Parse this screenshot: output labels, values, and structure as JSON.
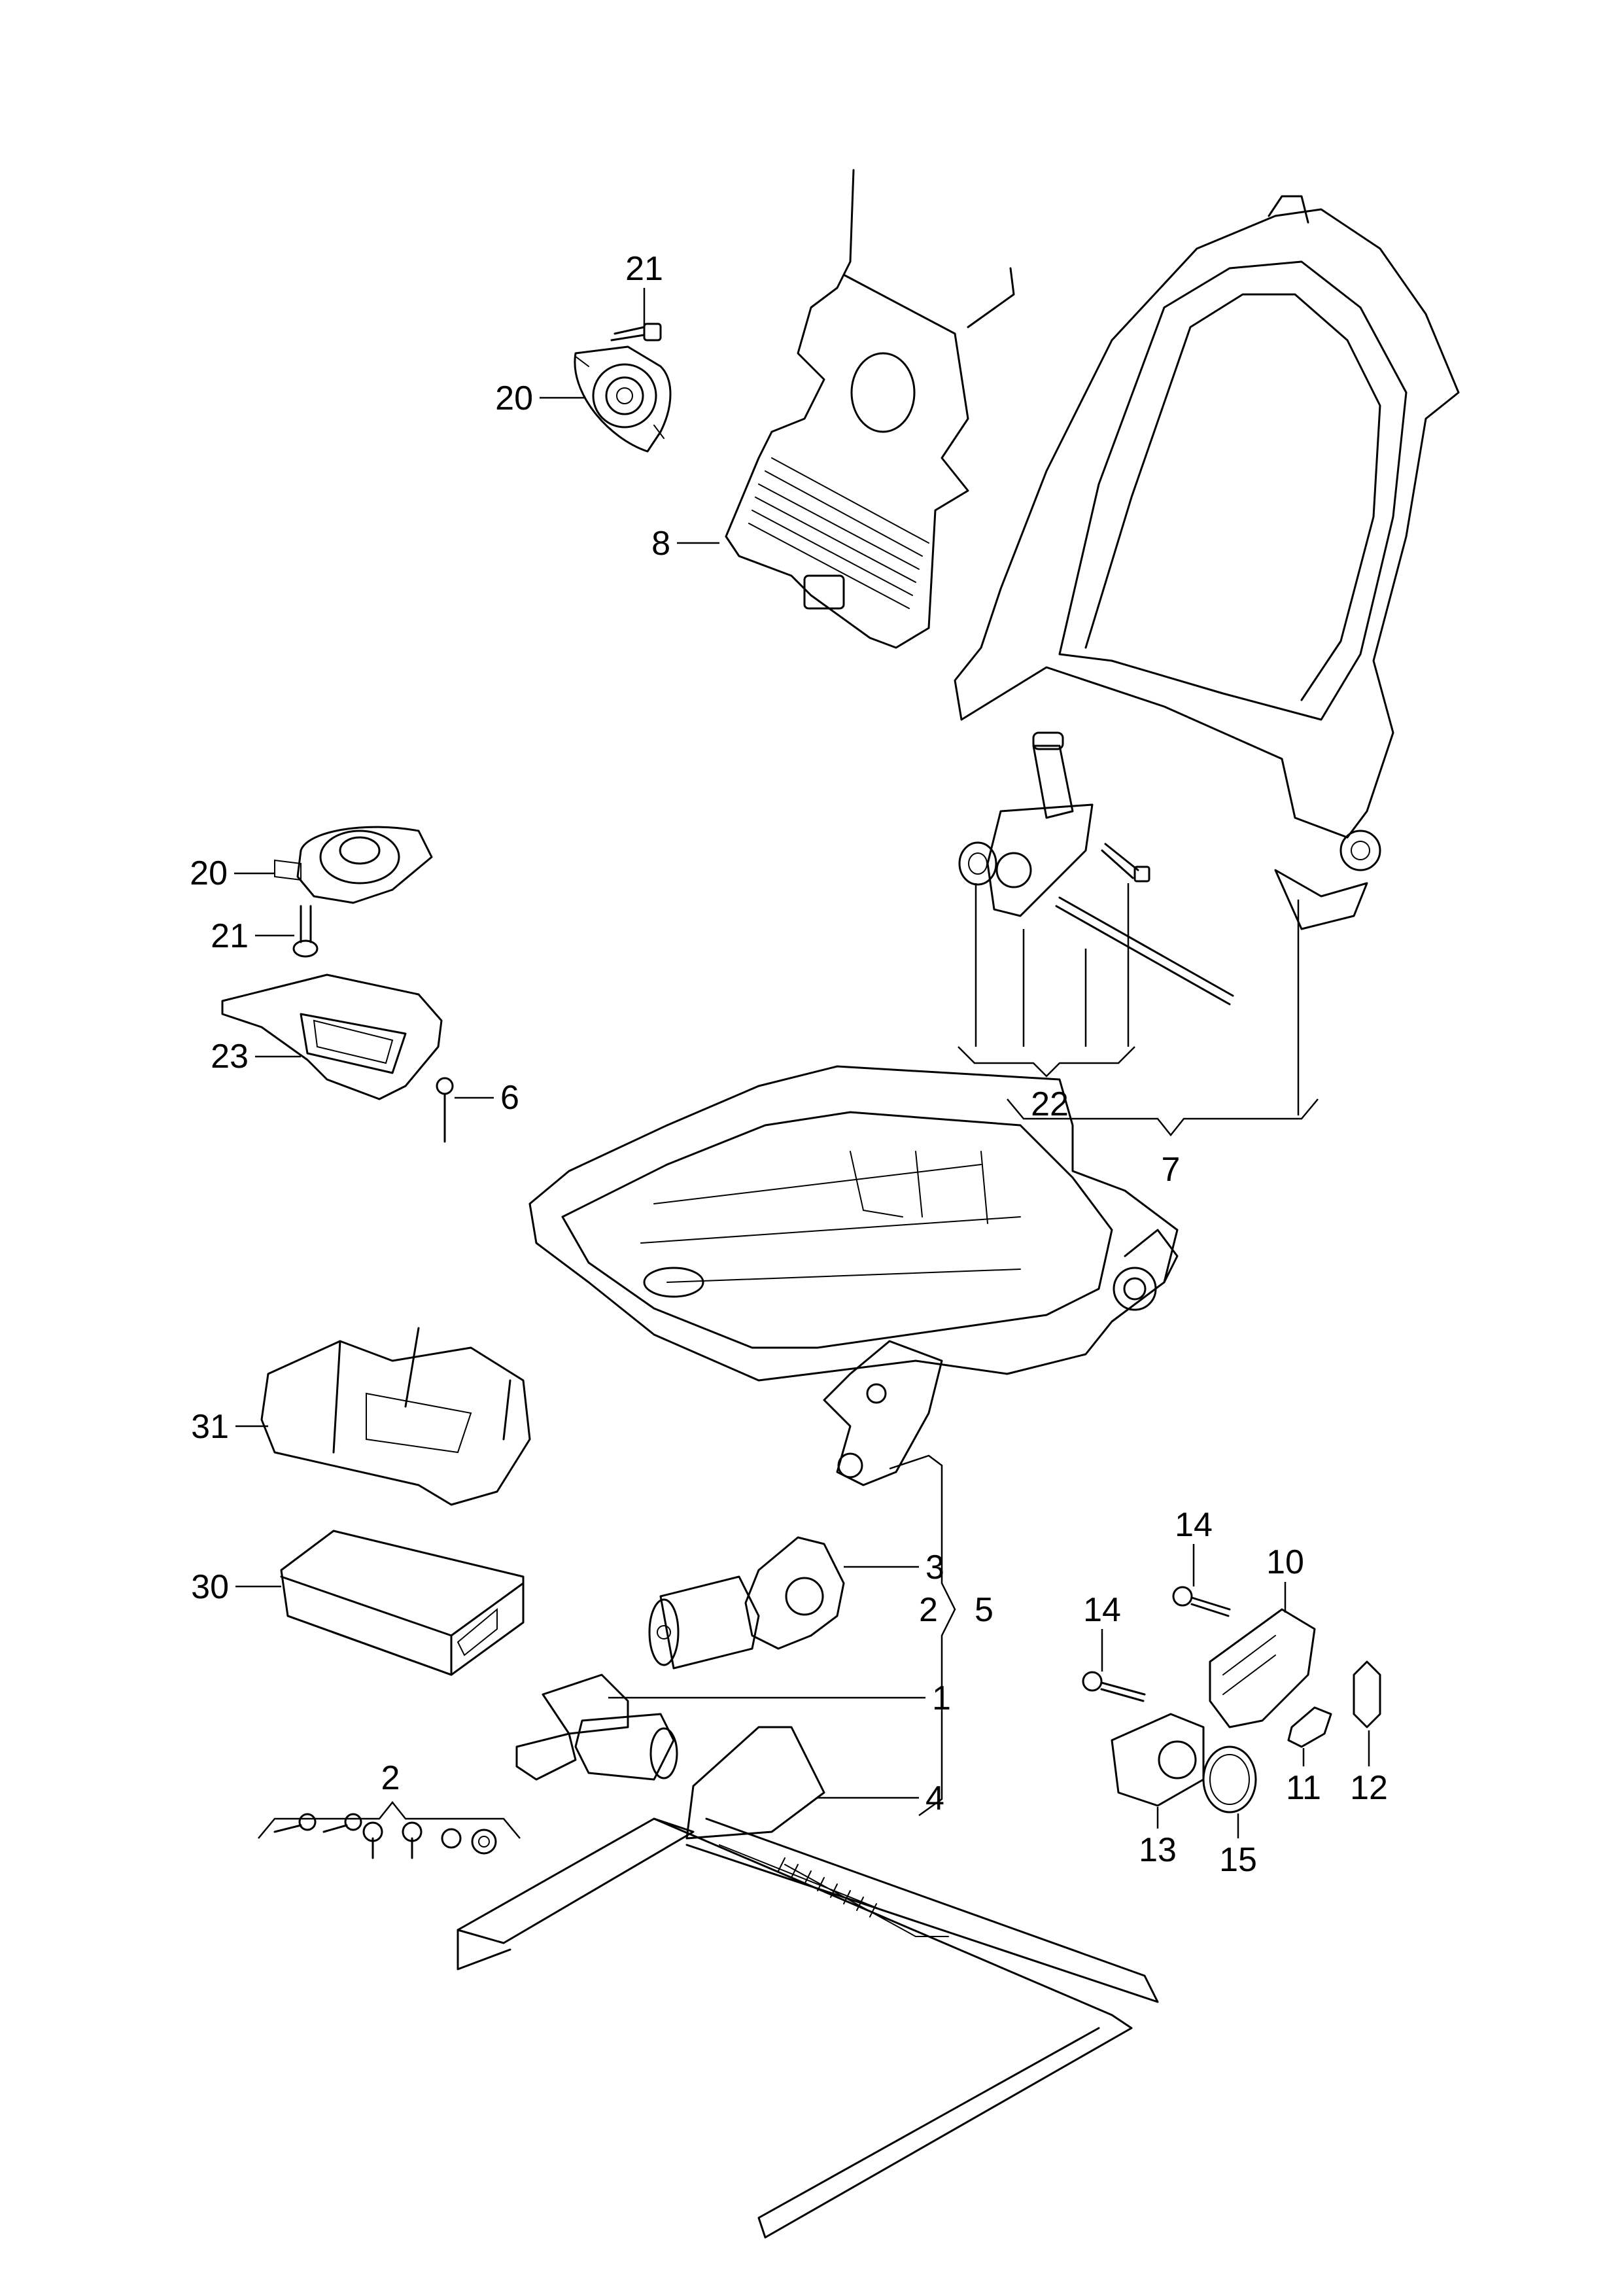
{
  "callouts": [
    {
      "id": "c21a",
      "text": "21"
    },
    {
      "id": "c20a",
      "text": "20"
    },
    {
      "id": "c8",
      "text": "8"
    },
    {
      "id": "c20b",
      "text": "20"
    },
    {
      "id": "c21b",
      "text": "21"
    },
    {
      "id": "c22",
      "text": "22"
    },
    {
      "id": "c23",
      "text": "23"
    },
    {
      "id": "c6",
      "text": "6"
    },
    {
      "id": "c7",
      "text": "7"
    },
    {
      "id": "c31",
      "text": "31"
    },
    {
      "id": "c30",
      "text": "30"
    },
    {
      "id": "c3",
      "text": "3"
    },
    {
      "id": "c2a",
      "text": "2"
    },
    {
      "id": "c5",
      "text": "5"
    },
    {
      "id": "c1",
      "text": "1"
    },
    {
      "id": "c4",
      "text": "4"
    },
    {
      "id": "c2b",
      "text": "2"
    },
    {
      "id": "c14a",
      "text": "14"
    },
    {
      "id": "c10",
      "text": "10"
    },
    {
      "id": "c14b",
      "text": "14"
    },
    {
      "id": "c13",
      "text": "13"
    },
    {
      "id": "c11",
      "text": "11"
    },
    {
      "id": "c12",
      "text": "12"
    },
    {
      "id": "c15",
      "text": "15"
    }
  ]
}
